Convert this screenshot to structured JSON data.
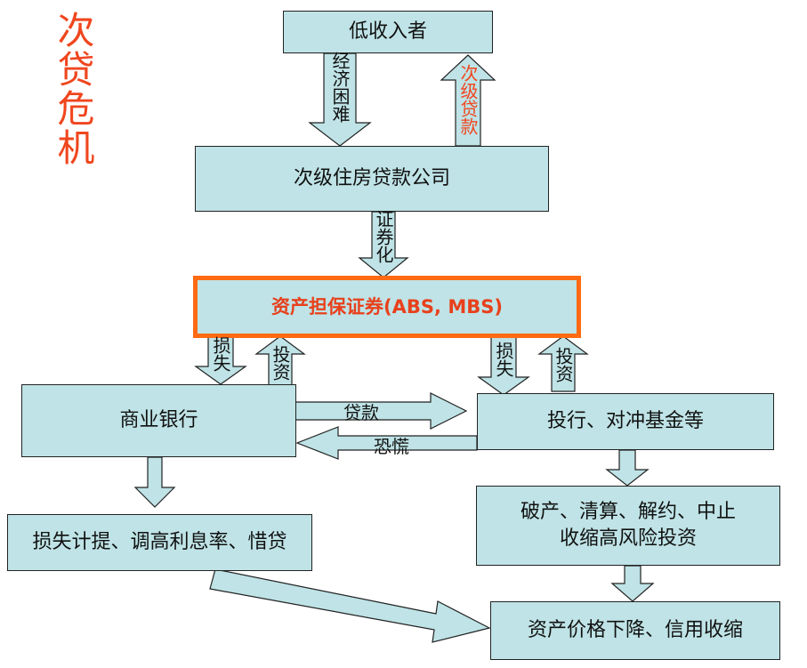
{
  "title": "次贷危机",
  "boxes": {
    "low_income": "低收入者",
    "subprime_co": "次级住房贷款公司",
    "abs": "资产担保证券(ABS, MBS)",
    "bank": "商业银行",
    "ib_hedge": "投行、对冲基金等",
    "loss_provision": "损失计提、调高利息率、惜贷",
    "bankruptcy_line1": "破产、清算、解约、中止",
    "bankruptcy_line2": "收缩高风险投资",
    "asset_decline": "资产价格下降、信用收缩"
  },
  "labels": {
    "economic_difficulty": "经济困难",
    "subprime_loan": "次级贷款",
    "securitization": "证券化",
    "loss": "损失",
    "investment": "投资",
    "loan": "贷款",
    "panic": "恐慌"
  },
  "colors": {
    "box_fill": "#bfe3e6",
    "accent": "#f0461e",
    "abs_border": "#ff6a13"
  }
}
